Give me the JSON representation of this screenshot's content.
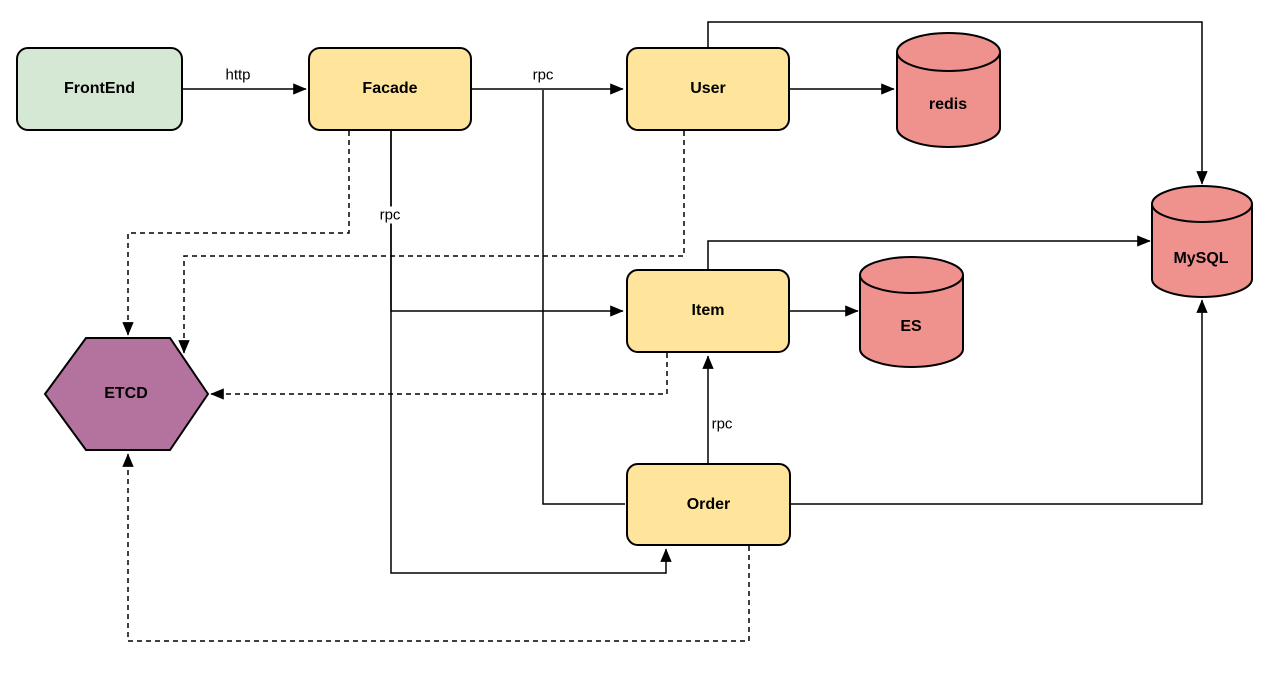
{
  "diagram": {
    "colors": {
      "background": "#ffffff",
      "stroke": "#000000",
      "service_fill": "#ffe49c",
      "frontend_fill": "#d5e8d4",
      "storage_fill": "#ef918d",
      "registry_fill": "#b3739e"
    },
    "nodes": {
      "frontend": {
        "label": "FrontEnd",
        "fill": "#d5e8d4",
        "shape": "rounded-rect"
      },
      "facade": {
        "label": "Facade",
        "fill": "#ffe49c",
        "shape": "rounded-rect"
      },
      "user": {
        "label": "User",
        "fill": "#ffe49c",
        "shape": "rounded-rect"
      },
      "item": {
        "label": "Item",
        "fill": "#ffe49c",
        "shape": "rounded-rect"
      },
      "order": {
        "label": "Order",
        "fill": "#ffe49c",
        "shape": "rounded-rect"
      },
      "redis": {
        "label": "redis",
        "fill": "#ef918d",
        "shape": "cylinder"
      },
      "es": {
        "label": "ES",
        "fill": "#ef918d",
        "shape": "cylinder"
      },
      "mysql": {
        "label": "MySQL",
        "fill": "#ef918d",
        "shape": "cylinder"
      },
      "etcd": {
        "label": "ETCD",
        "fill": "#b3739e",
        "shape": "hexagon"
      }
    },
    "edge_labels": {
      "frontend_facade": "http",
      "facade_user": "rpc",
      "facade_services": "rpc",
      "order_item": "rpc"
    }
  }
}
